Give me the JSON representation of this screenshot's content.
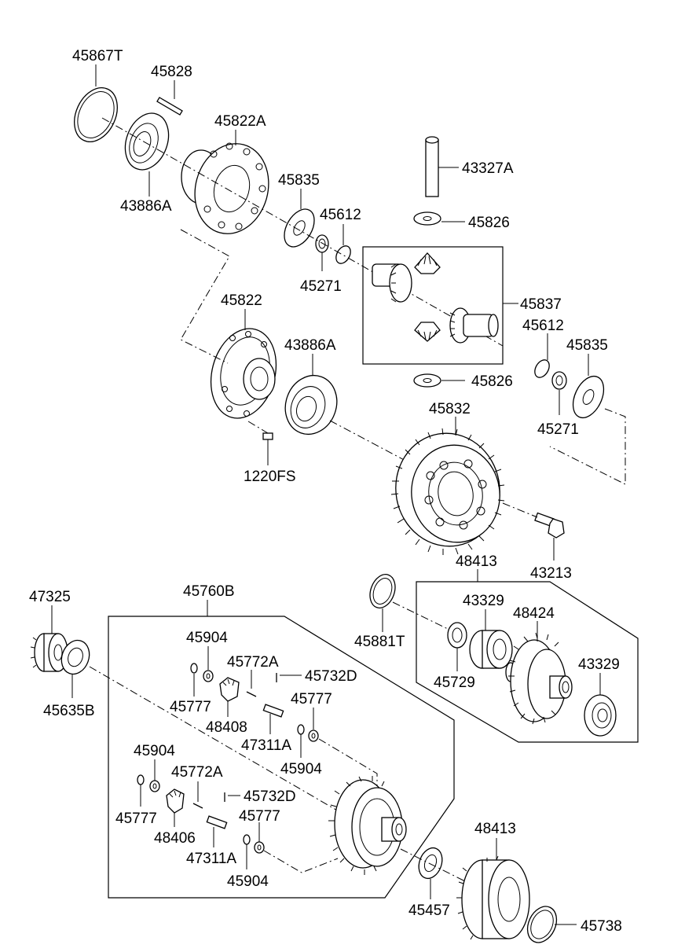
{
  "labels": {
    "p45867T": "45867T",
    "p45828": "45828",
    "p45822A": "45822A",
    "p43886A_top": "43886A",
    "p45835_top": "45835",
    "p45612_top": "45612",
    "p45271_top": "45271",
    "p43327A": "43327A",
    "p45826_top": "45826",
    "p45837": "45837",
    "p45612_right": "45612",
    "p45835_right": "45835",
    "p45826_bottom": "45826",
    "p45271_right": "45271",
    "p45822": "45822",
    "p43886A_mid": "43886A",
    "p45832": "45832",
    "p1220FS": "1220FS",
    "p43213": "43213",
    "p48413_top": "48413",
    "p43329_left": "43329",
    "p48424": "48424",
    "p45881T": "45881T",
    "p45729": "45729",
    "p43329_right": "43329",
    "p47325": "47325",
    "p45635B": "45635B",
    "p45760B": "45760B",
    "p45904_a": "45904",
    "p45772A_a": "45772A",
    "p45732D_a": "45732D",
    "p45777_a": "45777",
    "p48408": "48408",
    "p45777_b": "45777",
    "p47311A_a": "47311A",
    "p45904_b": "45904",
    "p45904_c": "45904",
    "p45772A_b": "45772A",
    "p45732D_b": "45732D",
    "p45777_c": "45777",
    "p48406": "48406",
    "p45777_d": "45777",
    "p47311A_b": "47311A",
    "p45904_d": "45904",
    "p48413_bottom": "48413",
    "p45457": "45457",
    "p45738": "45738"
  }
}
